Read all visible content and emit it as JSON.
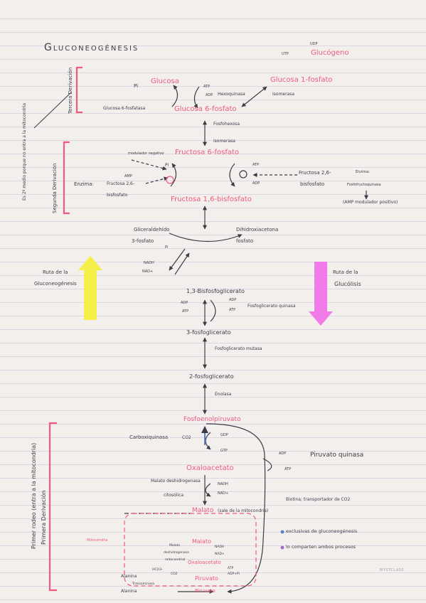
{
  "title": "Gluconeogénesis",
  "side": {
    "mito": "Es 2º medio porque no entra a la mitocondria",
    "third": "Tercera Derivación",
    "second": "Segunda Derivación",
    "first1": "Primer rodeo (entra a la mitocondria)",
    "first2": "Primera Derivación"
  },
  "glycogen": {
    "udp": "UDP",
    "utp": "UTP",
    "label": "Glucógeno"
  },
  "g1p": {
    "label": "Glucosa 1-fosfato",
    "enzyme": "Isomerasa"
  },
  "glucose": {
    "label": "Glucosa",
    "pi": "Pi",
    "atp": "ATP",
    "adp": "ADP",
    "enzyme": "Hexoquinasa",
    "phosphatase": "Glucosa 6-fosfatasa"
  },
  "g6p": {
    "label": "Glucosa 6-fosfato",
    "enzyme1": "Fosfohexosa",
    "enzyme2": "isomerasa"
  },
  "f6p": {
    "label": "Fructosa 6-fosfato",
    "modulator": "modulador negativo",
    "pi": "Pi",
    "amp": "AMP",
    "atp": "ATP",
    "adp": "ADP"
  },
  "enzyme_left": {
    "label": "Enzima:",
    "name1": "Fructosa 2,6-",
    "name2": "bisfosfato"
  },
  "enzyme_right": {
    "name1": "Fructosa 2,6-",
    "name2": "bisfosfato",
    "label": "Enzima:",
    "name3": "Fosfofructoquinasa",
    "note": "(AMP modulador positivo)"
  },
  "f16bp": {
    "label": "Fructosa 1,6-bisfosfato"
  },
  "triose": {
    "g3p1": "Gliceraldehído",
    "g3p2": "3-fosfato",
    "dhap1": "Dihidroxiacetona",
    "dhap2": "fosfato",
    "pi": "Pi",
    "nadh": "NADH",
    "nad": "NAD+"
  },
  "route_gng": {
    "line1": "Ruta de la",
    "line2": "Gluconeogénesis"
  },
  "route_gly": {
    "line1": "Ruta de la",
    "line2": "Glucólisis"
  },
  "bpg": {
    "label": "1,3-Bisfosfoglicerato",
    "adp": "ADP",
    "atp": "ATP",
    "enzyme": "Fosfoglicerato quinasa"
  },
  "pg3": {
    "label": "3-fosfoglicerato",
    "enzyme": "Fosfoglicerato mutasa"
  },
  "pg2": {
    "label": "2-fosfoglicerato",
    "enzyme": "Enolasa"
  },
  "pep": {
    "label": "Fosfoenolpiruvato",
    "enzyme": "Carboxiquinasa",
    "co2": "CO2",
    "gdp": "GDP",
    "gtp": "GTP"
  },
  "pk": {
    "adp": "ADP",
    "atp": "ATP",
    "label": "Piruvato quinasa"
  },
  "oaa": {
    "label": "Oxaloacetato",
    "enzyme1": "Malato deshidrogenasa",
    "enzyme2": "citosólica",
    "nadh": "NADH",
    "nad": "NAD+"
  },
  "biotin": "Biotina; transportador de CO2",
  "malate": {
    "label": "Malato",
    "note": "(sale de la mitocondria)"
  },
  "mito": {
    "label": "Mitocondria",
    "malate": "Malato",
    "enzyme1": "Malato",
    "enzyme2": "deshidrogenasa",
    "enzyme3": "mitocondrial",
    "nadh": "NADH",
    "nad": "NAD+",
    "oaa": "Oxaloacetato",
    "pyruvate": "Piruvato",
    "pyruvate_out": "Piruvato",
    "atp": "ATP",
    "adp": "ADP+Pi",
    "co2": "CO2",
    "hco3": "HCO3-",
    "alanine1": "Alanina",
    "alanine2": "Alanina",
    "transaminase": "Transaminasa"
  },
  "legend": {
    "blue": "exclusivas de gluconeogénesis",
    "purple": "lo comparten ambos procesos"
  },
  "watermark": "MYSTCLASS",
  "colors": {
    "pink": "#ef5a7e",
    "ink": "#3c3c46",
    "yellow": "#f5ef4a",
    "magenta": "#f07be8",
    "blue": "#4f86c8",
    "purple": "#9b6bd0"
  }
}
